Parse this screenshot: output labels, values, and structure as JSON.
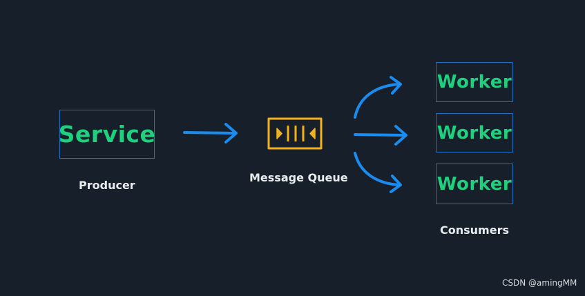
{
  "producer": {
    "box_text": "Service",
    "label": "Producer"
  },
  "queue": {
    "label": "Message Queue",
    "icon": "message-queue-icon"
  },
  "consumers": {
    "workers": [
      "Worker",
      "Worker",
      "Worker"
    ],
    "label": "Consumers"
  },
  "watermark": "CSDN @amingMM",
  "colors": {
    "background": "#17202a",
    "box_border": "#1d72c6",
    "box_text": "#1fd07f",
    "arrow": "#1a8cf0",
    "queue_icon": "#f2b21b",
    "label_text": "#e8ecef"
  }
}
